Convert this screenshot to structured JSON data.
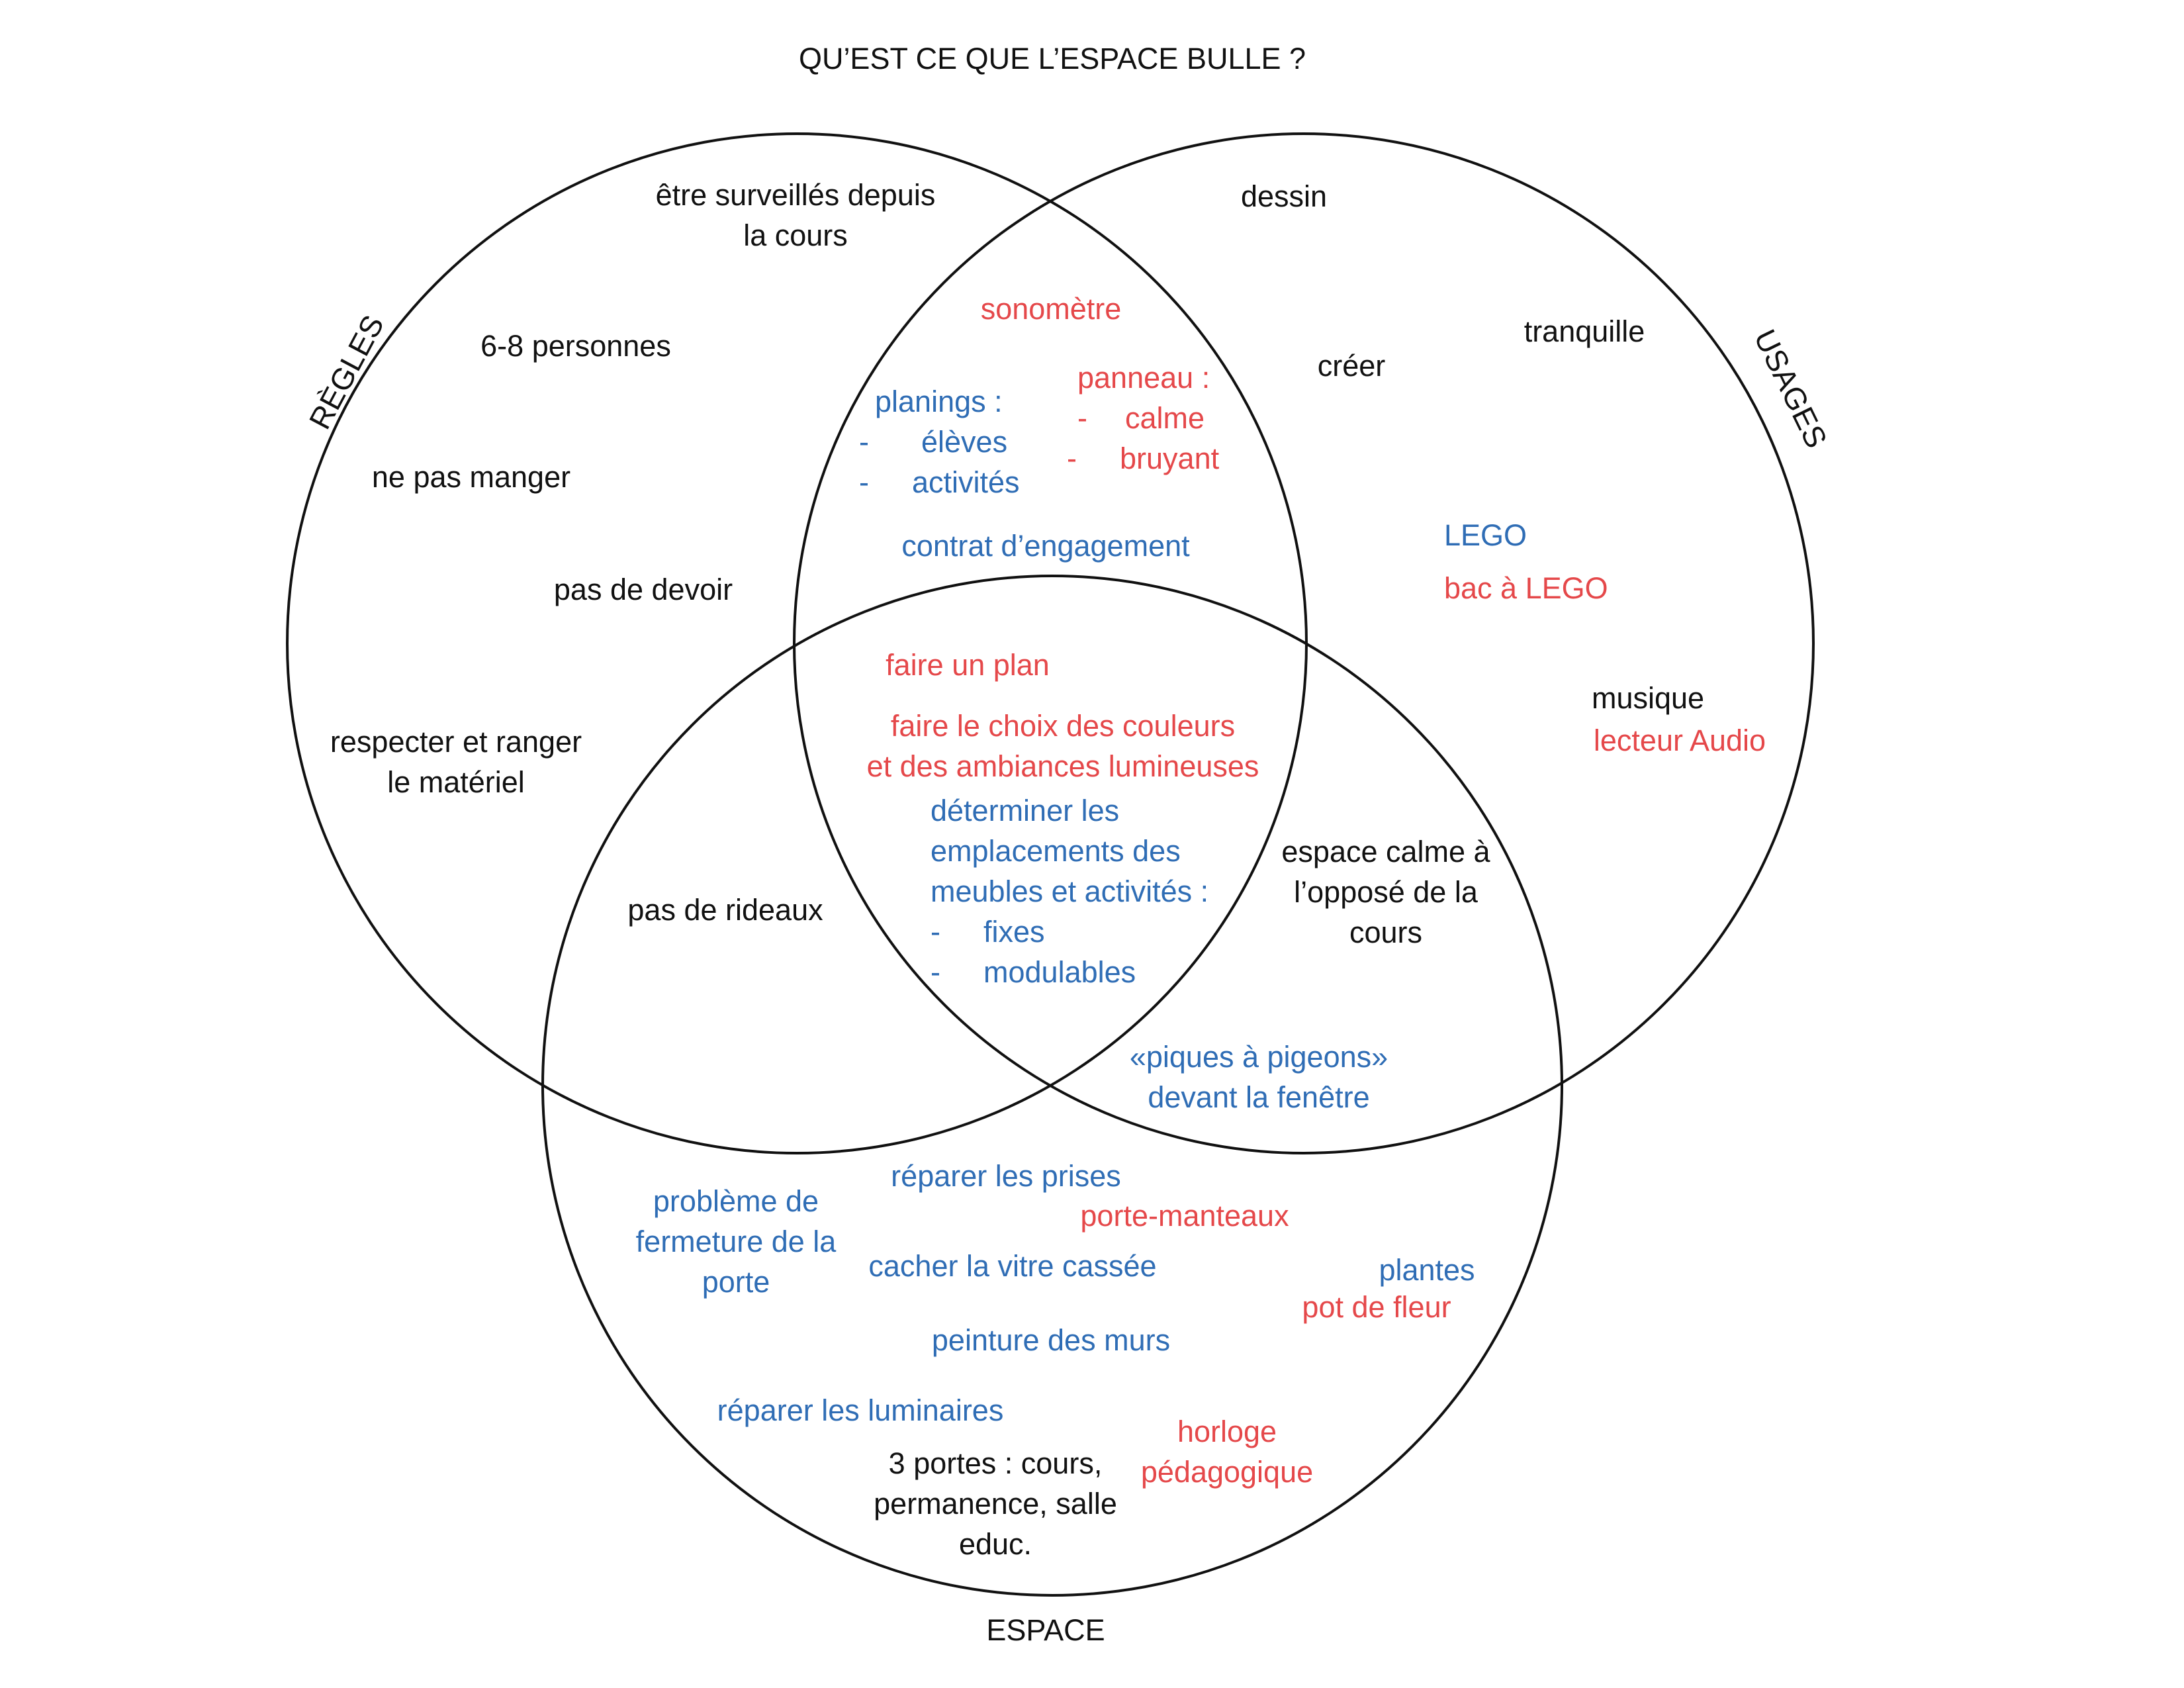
{
  "title": "QU’EST CE QUE L’ESPACE BULLE ?",
  "colors": {
    "black": "#111111",
    "blue": "#2f6db5",
    "red": "#e5484a"
  },
  "sets": {
    "regles": "RÈGLES",
    "usages": "USAGES",
    "espace": "ESPACE"
  },
  "regles_only": {
    "surveilles": [
      "être surveillés depuis",
      "la cours"
    ],
    "personnes": "6-8 personnes",
    "manger": "ne pas manger",
    "devoir": "pas de devoir",
    "ranger": [
      "respecter et ranger",
      "le matériel"
    ]
  },
  "regles_usages": {
    "sonometre": "sonomètre",
    "planings": {
      "label": "planings :",
      "items": [
        "élèves",
        "activités"
      ]
    },
    "panneau": {
      "label": "panneau :",
      "items": [
        "calme",
        "bruyant"
      ]
    },
    "contrat": "contrat d’engagement"
  },
  "usages_only": {
    "dessin": "dessin",
    "creer": "créer",
    "tranquille": "tranquille",
    "lego": "LEGO",
    "bac_lego": "bac à LEGO",
    "musique": "musique",
    "lecteur": "lecteur Audio"
  },
  "center": {
    "plan": "faire un plan",
    "couleurs": [
      "faire le choix des couleurs",
      "et des ambiances lumineuses"
    ],
    "determiner": [
      "déterminer  les",
      "emplacements des",
      "meubles et activités :"
    ],
    "meubles_items": [
      "fixes",
      "modulables"
    ]
  },
  "regles_espace": {
    "rideaux": "pas de rideaux"
  },
  "usages_espace": {
    "calme": [
      "espace calme à",
      "l’opposé de la",
      "cours"
    ],
    "pigeons": [
      "«piques à pigeons»",
      "devant la fenêtre"
    ]
  },
  "espace_only": {
    "porte": [
      "problème de",
      "fermeture de la",
      "porte"
    ],
    "prises": "réparer les prises",
    "manteaux": "porte-manteaux",
    "vitre": "cacher la vitre cassée",
    "plantes": "plantes",
    "pot": "pot de fleur",
    "murs": "peinture des murs",
    "luminaires": "réparer les luminaires",
    "horloge": [
      "horloge",
      "pédagogique"
    ],
    "portes3": [
      "3 portes : cours,",
      "permanence, salle",
      "educ."
    ]
  }
}
